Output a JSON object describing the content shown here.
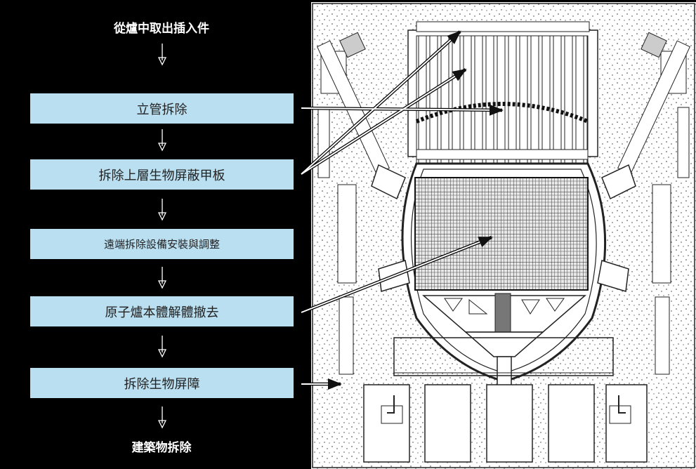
{
  "flow": {
    "start": "從爐中取出插入件",
    "steps": [
      "立管拆除",
      "拆除上層生物屏蔽甲板",
      "遠端拆除設備安裝與調整",
      "原子爐本體解體撤去",
      "拆除生物屏障"
    ],
    "end": "建築物拆除"
  },
  "colors": {
    "background": "#000000",
    "step_fill": "#b9dff1",
    "step_text": "#222222",
    "title_text": "#ffffff",
    "line": "#ffffff"
  }
}
